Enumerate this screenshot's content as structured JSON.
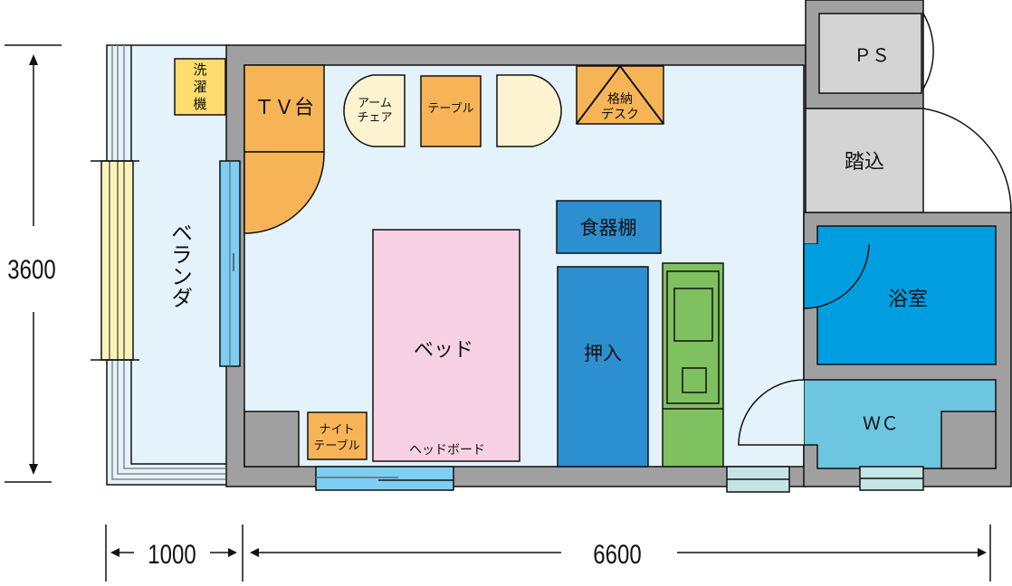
{
  "rooms": {
    "veranda": "ベランダ",
    "ps": "ＰＳ",
    "entrance": "踏込",
    "bath": "浴室",
    "wc": "ＷＣ"
  },
  "furniture": {
    "washer": [
      "洗",
      "濯",
      "機"
    ],
    "tv_stand": "ＴＶ台",
    "armchair": [
      "アーム",
      "チェア"
    ],
    "table": "テーブル",
    "storage_desk": [
      "格納",
      "デスク"
    ],
    "cupboard": "食器棚",
    "closet": "押入",
    "bed": "ベッド",
    "headboard": "ヘッドボード",
    "night_table": [
      "ナイト",
      "テーブル"
    ]
  },
  "dimensions": {
    "height": "3600",
    "veranda_width": "1000",
    "room_width": "6600"
  },
  "colors": {
    "wall": "#a0a0a0",
    "floor": "#e4f2fb",
    "orange": "#f7b456",
    "cream": "#fdf3d0",
    "bath": "#009ee0",
    "wc": "#6cc6e0",
    "cupboard": "#2b8fd0",
    "kitchen": "#7fc060",
    "bed": "#f7d1e3",
    "window": "#7ecef4"
  }
}
